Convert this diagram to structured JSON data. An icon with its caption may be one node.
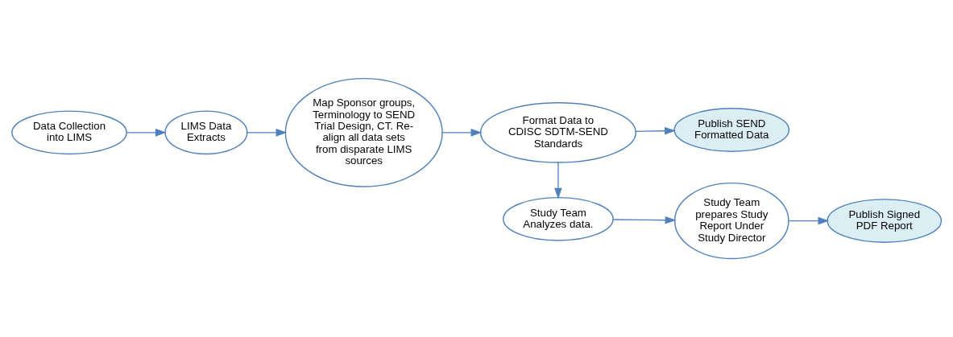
{
  "diagram": {
    "nodes": [
      {
        "text": [
          "Study Team Analyzes data."
        ]
      },
      {
        "text": [
          "Study Team prepares Study Report Under Study Director"
        ]
      },
      {
        "text": [
          "Publish Signed PDF Report"
        ]
      },
      {
        "text": [
          "Data Collection into LIMS"
        ]
      },
      {
        "text": [
          "LIMS Data Extracts"
        ]
      },
      {
        "text": [
          "Map Sponsor groups, Terminology to SEND Trial Design, CT. Re-align all data sets from disparate LIMS sources"
        ]
      },
      {
        "text": [
          "Format Data to CDISC SDTM-SEND Standards"
        ]
      },
      {
        "text": [
          "Publish SEND Formatted Data"
        ]
      }
    ],
    "edges": [
      {
        "from": 0,
        "to": 1,
        "arrow": "to"
      },
      {
        "from": 1,
        "to": 2,
        "arrow": "to"
      },
      {
        "from": 3,
        "to": 4,
        "arrow": "to"
      },
      {
        "from": 4,
        "to": 5,
        "arrow": "to"
      },
      {
        "from": 5,
        "to": 6,
        "arrow": "to"
      },
      {
        "from": 6,
        "to": 7,
        "arrow": "to"
      },
      {
        "from": 6,
        "to": 0,
        "arrow": "to"
      }
    ]
  }
}
